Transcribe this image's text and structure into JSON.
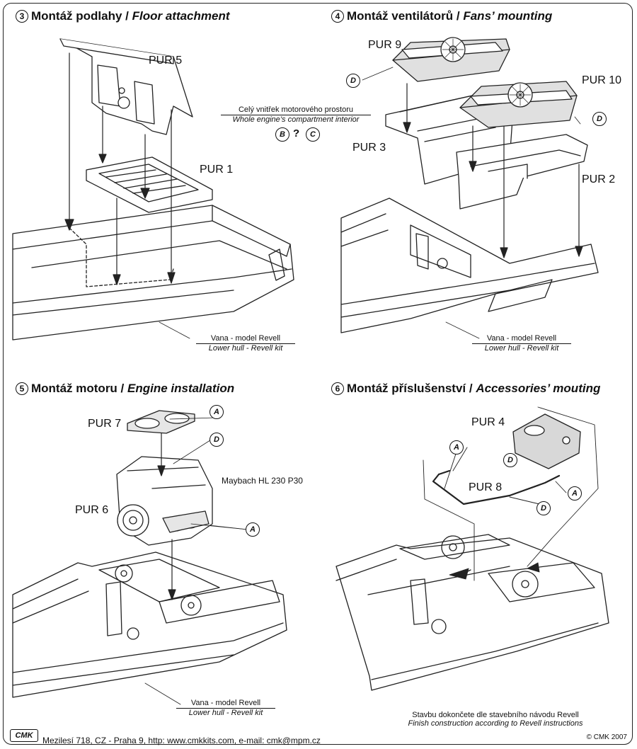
{
  "sections": {
    "s3": {
      "num": "3",
      "title": "Montáž podlahy / ",
      "title_en": "Floor attachment"
    },
    "s4": {
      "num": "4",
      "title": "Montáž ventilátorů / ",
      "title_en": "Fans’ mounting"
    },
    "s5": {
      "num": "5",
      "title": "Montáž motoru  / ",
      "title_en": "Engine installation"
    },
    "s6": {
      "num": "6",
      "title": "Montáž příslušenství / ",
      "title_en": "Accessories’ mouting"
    }
  },
  "parts": {
    "pur1": "PUR 1",
    "pur2": "PUR 2",
    "pur3": "PUR 3",
    "pur4": "PUR 4",
    "pur5": "PUR 5",
    "pur6": "PUR 6",
    "pur7": "PUR 7",
    "pur8": "PUR 8",
    "pur9": "PUR 9",
    "pur10": "PUR 10"
  },
  "notes": {
    "interior_cz": "Celý vnitřek motorového prostoru",
    "interior_en": "Whole engine’s compartment interior",
    "question": "?",
    "hull_cz": "Vana - model Revell",
    "hull_en": "Lower hull - Revell kit",
    "engine": "Maybach HL 230 P30",
    "finish_cz": "Stavbu dokončete dle stavebního návodu Revell",
    "finish_en": "Finish construction according to Revell instructions"
  },
  "badges": {
    "a": "A",
    "b": "B",
    "c": "C",
    "d": "D"
  },
  "footer": {
    "logo": "CMK",
    "address": "Mezilesí 718, CZ - Praha 9,  http: www.cmkkits.com, e-mail: cmk@mpm.cz",
    "copyright": "© CMK 2007"
  }
}
